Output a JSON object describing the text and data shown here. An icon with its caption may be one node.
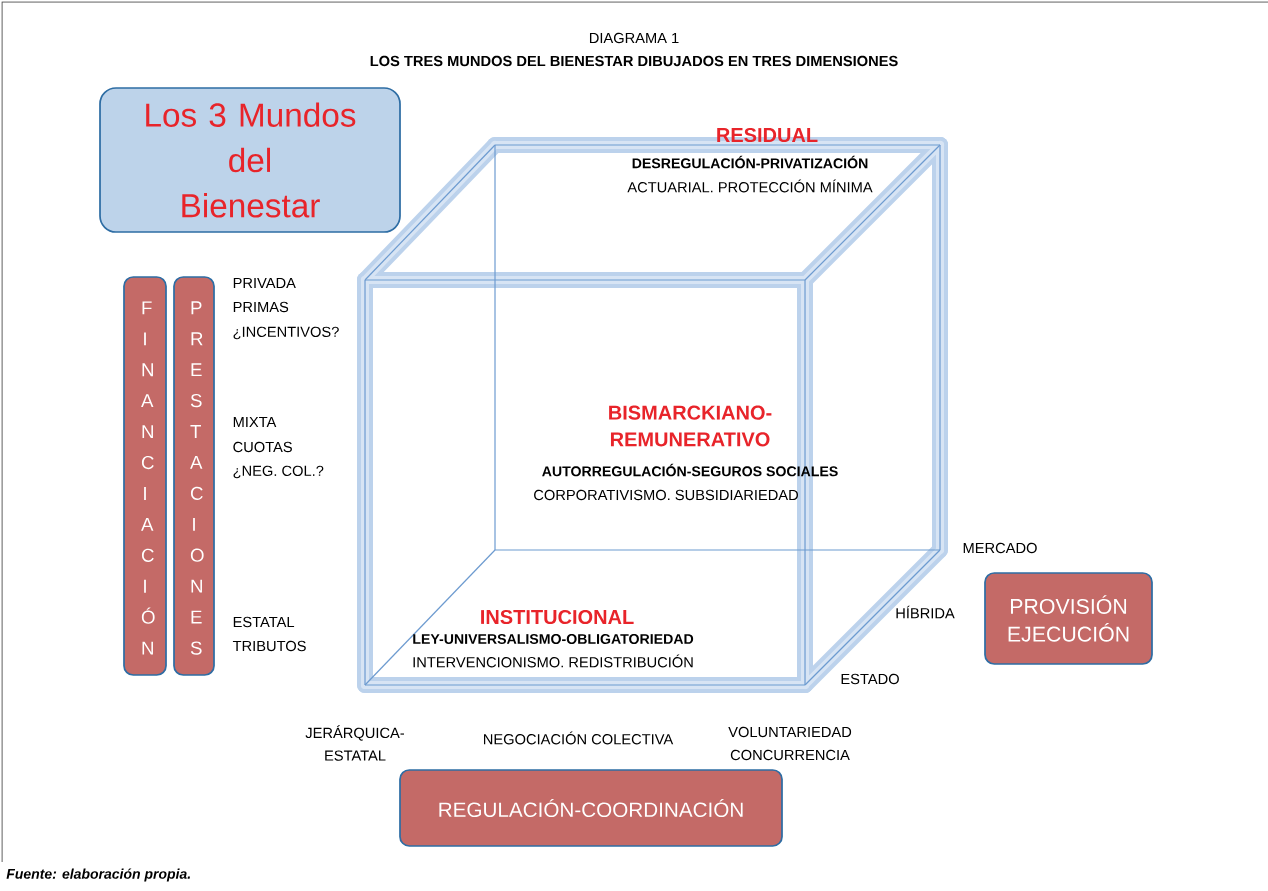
{
  "diagram": {
    "title": "LOS TRES MUNDOS DEL BIENESTAR DIBUJADOS EN TRES DIMENSIONES",
    "caption": "Fuente: elaboración propia.",
    "nodes": [
      {
        "text": [
          "Los 3 Mundos del Bienestar"
        ]
      },
      {
        "text": [
          "FINANCIACIÓN"
        ]
      },
      {
        "text": [
          "PRESTACIONES"
        ]
      },
      {
        "text": [
          "PROVISIÓN EJECUCIÓN"
        ]
      },
      {
        "text": [
          "REGULACIÓN-COORDINACIÓN"
        ]
      }
    ],
    "labels": [
      "DIAGRAMA 1",
      "RESIDUAL",
      "DESREGULACIÓN-PRIVATIZACIÓN",
      "ACTUARIAL. PROTECCIÓN MÍNIMA",
      "PRIVADA",
      "PRIMAS",
      "¿INCENTIVOS?",
      "BISMARCKIANO-REMUNERATIVO",
      "AUTORREGULACIÓN-SEGUROS SOCIALES",
      "CORPORATIVISMO. SUBSIDIARIEDAD",
      "MIXTA",
      "CUOTAS",
      "¿NEG. COL.?",
      "MERCADO",
      "INSTITUCIONAL",
      "HÍBRIDA",
      "LEY-UNIVERSALISMO-OBLIGATORIEDAD",
      "ESTATAL",
      "TRIBUTOS",
      "INTERVENCIONISMO. REDISTRIBUCIÓN",
      "ESTADO",
      "JERÁRQUICA-ESTATAL",
      "NEGOCIACIÓN COLECTIVA",
      "VOLUNTARIEDAD",
      "CONCURRENCIA"
    ]
  }
}
